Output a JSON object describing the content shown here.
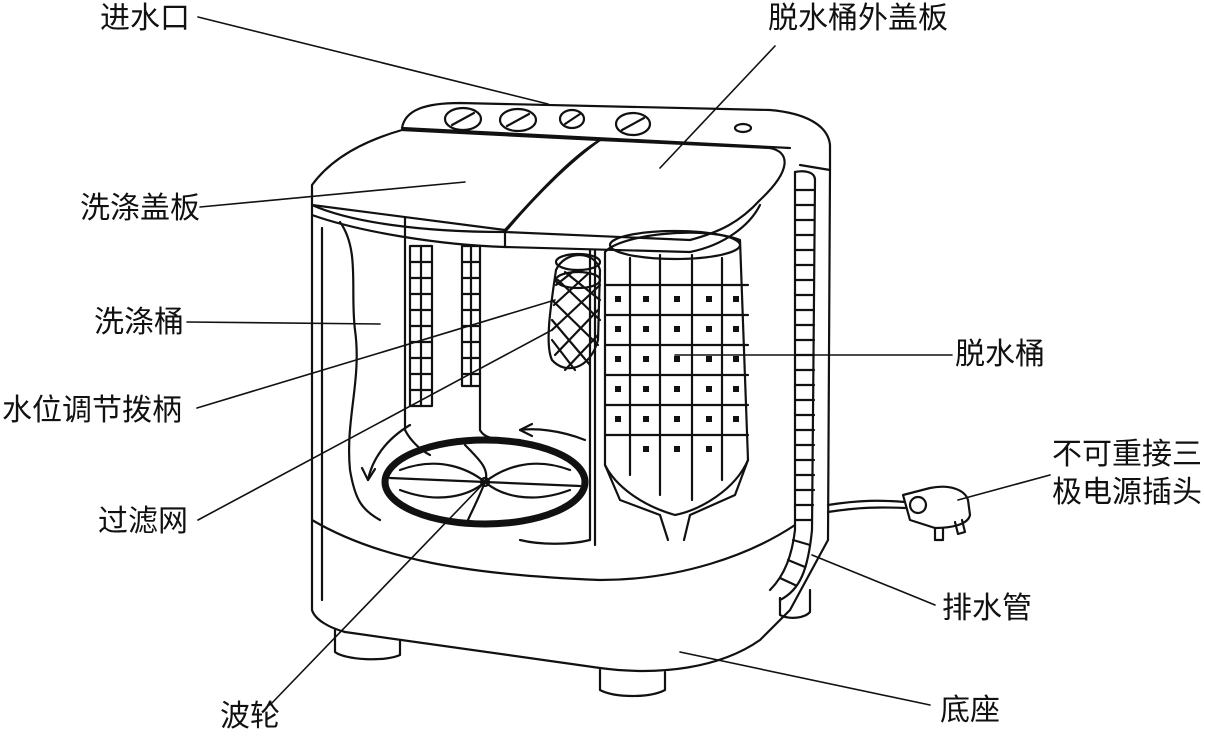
{
  "diagram": {
    "labels": {
      "inlet": "进水口",
      "spin_lid": "脱水桶外盖板",
      "wash_lid": "洗涤盖板",
      "wash_tub": "洗涤桶",
      "water_level_knob": "水位调节拨柄",
      "spin_tub": "脱水桶",
      "plug_line1": "不可重接三",
      "plug_line2": "极电源插头",
      "filter": "过滤网",
      "drain_hose": "排水管",
      "pulsator": "波轮",
      "base": "底座"
    },
    "colors": {
      "ink": "#111111",
      "paper": "#ffffff"
    }
  }
}
